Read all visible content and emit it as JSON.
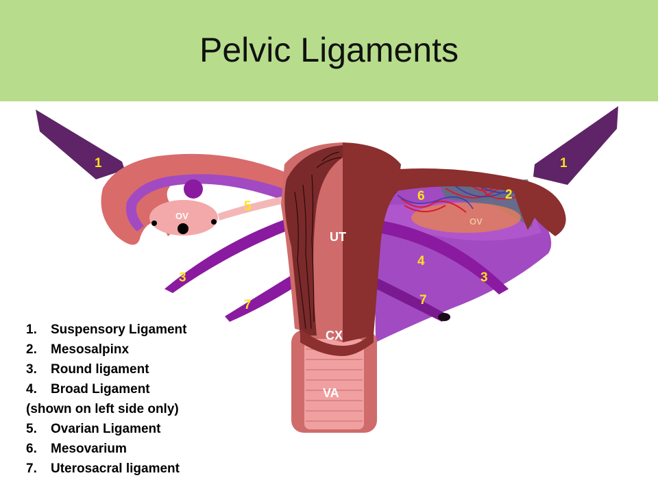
{
  "title": "Pelvic Ligaments",
  "colors": {
    "header_bg": "#b7dd8c",
    "uterus_dark": "#8b2f2f",
    "uterus_light": "#cf6b6b",
    "ligament_purple": "#5e2467",
    "broad_ligament": "#a24ac2",
    "round_ligament": "#8a1aa0",
    "ovary_pink": "#f3a9a9",
    "label_yellow": "#ffe21a"
  },
  "diagram_labels": {
    "n1_left": "1",
    "n1_right": "1",
    "n2": "2",
    "n3_left": "3",
    "n3_right": "3",
    "n4": "4",
    "n5": "5",
    "n6": "6",
    "n7_left": "7",
    "n7_right": "7",
    "ov_left": "OV",
    "ov_right": "OV",
    "ut": "UT",
    "cx": "CX",
    "va": "VA"
  },
  "legend": [
    {
      "num": "1.",
      "text": "Suspensory Ligament"
    },
    {
      "num": "2.",
      "text": "Mesosalpinx"
    },
    {
      "num": "3.",
      "text": "Round ligament"
    },
    {
      "num": "4.",
      "text": "Broad Ligament"
    },
    {
      "num": "",
      "text": "(shown on left side only)"
    },
    {
      "num": "5.",
      "text": "Ovarian Ligament"
    },
    {
      "num": "6.",
      "text": "Mesovarium"
    },
    {
      "num": "7.",
      "text": "Uterosacral ligament"
    }
  ]
}
